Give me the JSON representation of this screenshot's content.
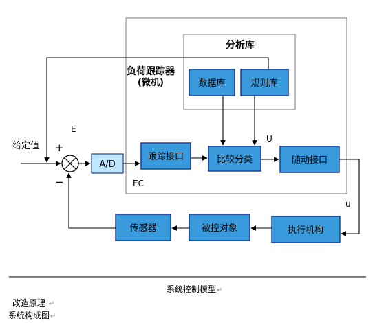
{
  "diagram": {
    "analysis_group": {
      "title": "分析库"
    },
    "controller_group": {
      "title_line1": "负荷跟踪器",
      "title_line2": "(微机)"
    },
    "blocks": {
      "database": "数据库",
      "rules": "规则库",
      "ad": "A/D",
      "tracking_interface": "跟踪接口",
      "compare_classify": "比较分类",
      "servo_interface": "随动接口",
      "actuator": "执行机构",
      "controlled_object": "被控对象",
      "sensor": "传感器"
    },
    "labels": {
      "setpoint": "给定值",
      "plus": "+",
      "minus": "−",
      "error": "E",
      "ec": "EC",
      "u_upper": "U",
      "u_lower": "u"
    },
    "colors": {
      "block_fill": "#3a9bdc",
      "block_border": "#1f3f8f",
      "ad_fill": "#bfe7ff",
      "group_border": "#7a7a7a"
    }
  },
  "captions": {
    "model": "系统控制模型",
    "principle": "改造原理",
    "structure": "系统构成图",
    "return_mark": "↵"
  }
}
